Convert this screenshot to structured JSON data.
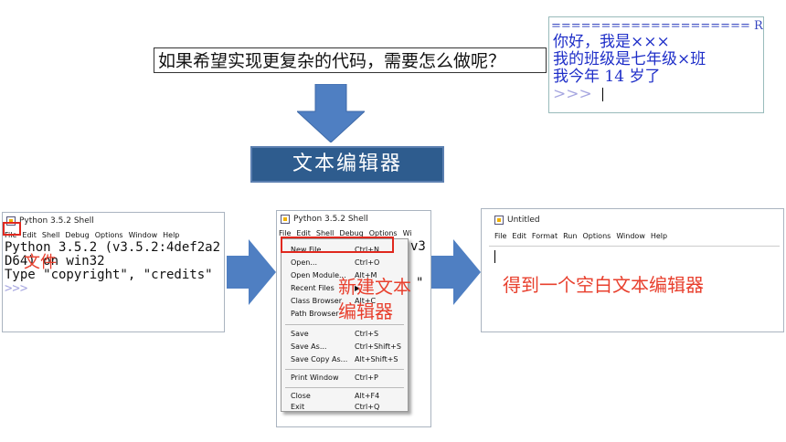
{
  "question": "如果希望实现更复杂的代码，需要怎么做呢？",
  "shell_output": {
    "separator": "==================== RE",
    "lines": [
      "你好，我是×××",
      "我的班级是七年级×班",
      "我今年 14 岁了"
    ],
    "prompt": ">>> "
  },
  "banner": "文本编辑器",
  "shell_window": {
    "title": "Python 3.5.2 Shell",
    "menus": [
      "File",
      "Edit",
      "Shell",
      "Debug",
      "Options",
      "Window",
      "Help"
    ],
    "lines": [
      "Python 3.5.2 (v3.5.2:4def2a2",
      "D64) on win32",
      "Type \"copyright\", \"credits\""
    ],
    "prompt": ">>>"
  },
  "anno_file": "文件",
  "menu_window": {
    "title": "Python 3.5.2 Shell",
    "menus": [
      "File",
      "Edit",
      "Shell",
      "Debug",
      "Options",
      "Wi"
    ],
    "partial_right": "v3",
    "partial_quote": "\"",
    "items": [
      {
        "label": "New File",
        "key": "Ctrl+N"
      },
      {
        "label": "Open...",
        "key": "Ctrl+O"
      },
      {
        "label": "Open Module...",
        "key": "Alt+M"
      },
      {
        "label": "Recent Files",
        "key": "▶"
      },
      {
        "label": "Class Browser",
        "key": "Alt+C"
      },
      {
        "label": "Path Browser",
        "key": ""
      },
      {
        "label": "Save",
        "key": "Ctrl+S"
      },
      {
        "label": "Save As...",
        "key": "Ctrl+Shift+S"
      },
      {
        "label": "Save Copy As...",
        "key": "Alt+Shift+S"
      },
      {
        "label": "Print Window",
        "key": "Ctrl+P"
      },
      {
        "label": "Close",
        "key": "Alt+F4"
      },
      {
        "label": "Exit",
        "key": "Ctrl+Q"
      }
    ]
  },
  "anno_new": "新建文本",
  "anno_new2": "编辑器",
  "editor_window": {
    "title": "Untitled",
    "menus": [
      "File",
      "Edit",
      "Format",
      "Run",
      "Options",
      "Window",
      "Help"
    ]
  },
  "anno_result": "得到一个空白文本编辑器",
  "colors": {
    "banner": "#2e5c8e",
    "arrow": "#4f7fc2",
    "annotation": "#e8402e",
    "shell_text": "#1e2ec8"
  }
}
